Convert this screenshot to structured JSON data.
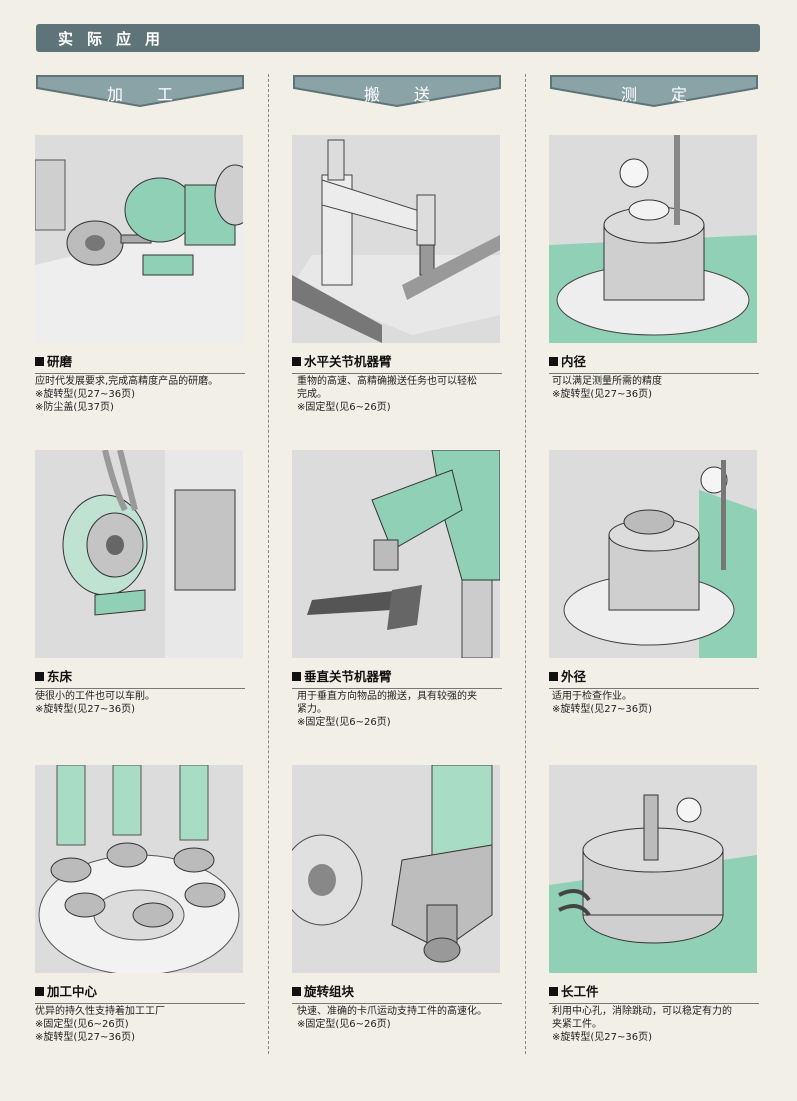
{
  "header": {
    "title": "实际应用"
  },
  "columns": [
    {
      "label": "加工"
    },
    {
      "label": "搬送"
    },
    {
      "label": "测定"
    }
  ],
  "sections": {
    "grinding": {
      "title": "研磨",
      "lines": [
        "应时代发展要求,完成高精度产品的研磨。",
        "※旋转型(见27~36页)",
        "※防尘盖(见37页)"
      ]
    },
    "lathe": {
      "title": "东床",
      "lines": [
        "使很小的工件也可以车削。",
        "※旋转型(见27~36页)"
      ]
    },
    "machining_center": {
      "title": "加工中心",
      "lines": [
        "优异的持久性支持着加工工厂",
        "※固定型(见6~26页)",
        "※旋转型(见27~36页)"
      ]
    },
    "horizontal_arm": {
      "title": "水平关节机器臂",
      "lines": [
        "重物的高速、高精确搬送任务也可以轻松",
        "完成。",
        "※固定型(见6~26页)"
      ]
    },
    "vertical_arm": {
      "title": "垂直关节机器臂",
      "lines": [
        "用于垂直方向物品的搬送，具有较强的夹",
        "紧力。",
        "※固定型(见6~26页)"
      ]
    },
    "rotary_block": {
      "title": "旋转组块",
      "lines": [
        "快速、准确的卡爪运动支持工件的高速化。",
        "※固定型(见6~26页)"
      ]
    },
    "inner_diameter": {
      "title": "内径",
      "lines": [
        "可以满足测量所需的精度",
        "※旋转型(见27~36页)"
      ]
    },
    "outer_diameter": {
      "title": "外径",
      "lines": [
        "适用于检查作业。",
        "※旋转型(见27~36页)"
      ]
    },
    "long_workpiece": {
      "title": "长工件",
      "lines": [
        "利用中心孔，消除跳动，可以稳定有力的",
        "夹紧工件。",
        "※旋转型(见27~36页)"
      ]
    }
  },
  "colors": {
    "header_bg": "#5e7478",
    "banner_bg": "#8aa3a6",
    "accent_green": "#7fc9ad",
    "steel": "#b8b8b8"
  }
}
